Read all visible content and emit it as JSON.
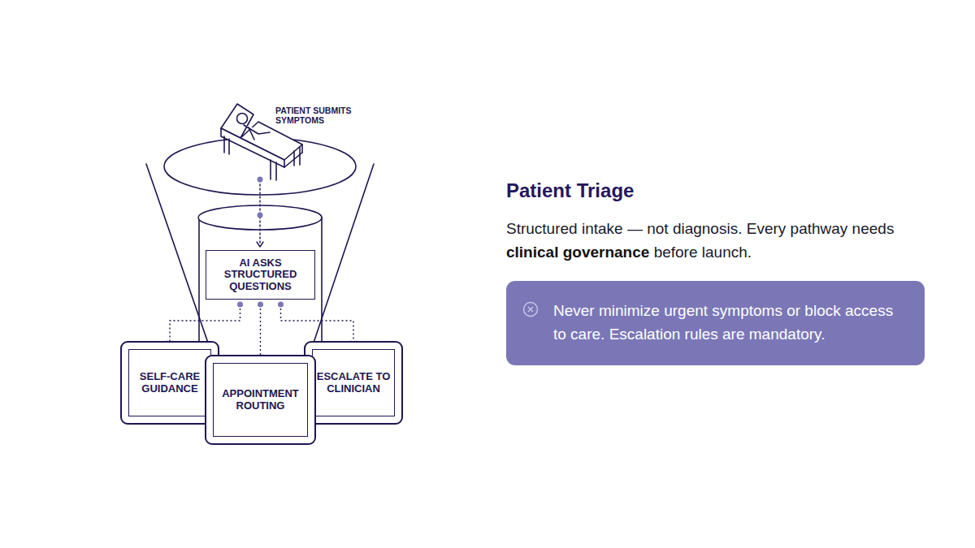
{
  "diagram": {
    "title": "Patient Triage",
    "nodes": [
      {
        "text": [
          "AI ASKS STRUCTURED QUESTIONS"
        ]
      },
      {
        "text": [
          "SELF-CARE GUIDANCE"
        ]
      },
      {
        "text": [
          "APPOINTMENT ROUTING"
        ]
      },
      {
        "text": [
          "ESCALATE TO CLINICIAN"
        ]
      },
      {
        "text": [
          "Never minimize urgent symptoms or block access to care. Escalation rules are mandatory."
        ]
      }
    ],
    "edges": [
      {
        "from": 0,
        "to": 1,
        "arrow": "to"
      },
      {
        "from": 0,
        "to": 2,
        "arrow": "to"
      },
      {
        "from": 0,
        "to": 3,
        "arrow": "to"
      }
    ],
    "labels": [
      "PATIENT SUBMITS SYMPTOMS",
      "Structured intake — not diagnosis. Every pathway needs",
      "clinical governance",
      "before launch."
    ]
  }
}
